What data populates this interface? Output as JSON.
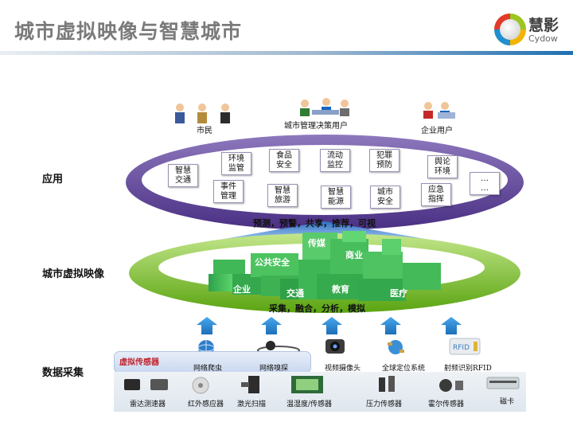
{
  "header": {
    "title": "城市虚拟映像与智慧城市",
    "logo_cn": "慧影",
    "logo_en": "Cydow"
  },
  "layers": {
    "app": "应用",
    "image": "城市虚拟映像",
    "data": "数据采集"
  },
  "users": [
    {
      "label": "市民"
    },
    {
      "label": "城市管理决策用户"
    },
    {
      "label": "企业用户"
    }
  ],
  "app_boxes": [
    "智慧\n交通",
    "环境\n监管",
    "食品\n安全",
    "流动\n监控",
    "犯罪\n预防",
    "舆论\n环境",
    "事件\n管理",
    "智慧\n旅游",
    "智慧\n能源",
    "城市\n安全",
    "应急\n指挥",
    "…\n…"
  ],
  "bands": {
    "upper": "预测，预警，共享，推荐，可视",
    "lower": "采集，融合，分析，模拟"
  },
  "city_blocks": [
    "传媒",
    "公共安全",
    "商业",
    "企业",
    "交通",
    "教育",
    "医疗"
  ],
  "collection": {
    "virtual_label": "虚拟传感器",
    "virtual": [
      "网络爬虫",
      "网络嗅探"
    ],
    "upper_devices": [
      "视频摄像头",
      "全球定位系统",
      "射频识别RFID"
    ],
    "rfid_text": "RFID",
    "lower_devices": [
      "雷达测速器",
      "红外感应器",
      "激光扫描",
      "温湿度/传感器",
      "压力传感器",
      "霍尔传感器",
      "磁卡"
    ]
  },
  "colors": {
    "purple": "#6a4d9c",
    "green": "#7cc21e",
    "city_green": "#3fb34f",
    "arrow_blue": "#2f8fd8",
    "title_gray": "#7a7a7a"
  }
}
